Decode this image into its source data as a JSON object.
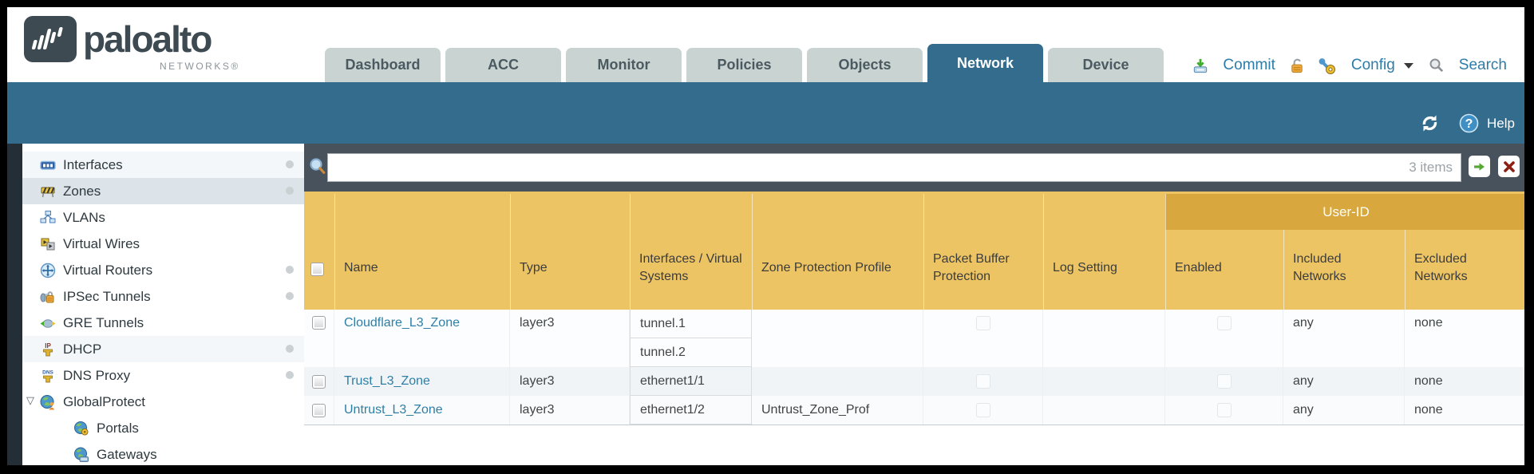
{
  "brand": {
    "logo_text": "paloalto",
    "sub_text": "NETWORKS",
    "registered": "®"
  },
  "tabs": [
    {
      "label": "Dashboard",
      "active": false
    },
    {
      "label": "ACC",
      "active": false
    },
    {
      "label": "Monitor",
      "active": false
    },
    {
      "label": "Policies",
      "active": false
    },
    {
      "label": "Objects",
      "active": false
    },
    {
      "label": "Network",
      "active": true
    },
    {
      "label": "Device",
      "active": false
    }
  ],
  "header_actions": {
    "commit": "Commit",
    "config": "Config",
    "search": "Search"
  },
  "band": {
    "help_label": "Help"
  },
  "sidebar": {
    "items": [
      {
        "label": "Interfaces",
        "icon": "interfaces-icon",
        "dot": true,
        "shaded": true
      },
      {
        "label": "Zones",
        "icon": "zones-icon",
        "dot": true,
        "selected": true
      },
      {
        "label": "VLANs",
        "icon": "vlans-icon"
      },
      {
        "label": "Virtual Wires",
        "icon": "virtual-wires-icon"
      },
      {
        "label": "Virtual Routers",
        "icon": "virtual-routers-icon",
        "dot": true
      },
      {
        "label": "IPSec Tunnels",
        "icon": "ipsec-tunnels-icon",
        "dot": true
      },
      {
        "label": "GRE Tunnels",
        "icon": "gre-tunnels-icon"
      },
      {
        "label": "DHCP",
        "icon": "dhcp-icon",
        "dot": true,
        "shaded": true
      },
      {
        "label": "DNS Proxy",
        "icon": "dns-proxy-icon",
        "dot": true
      },
      {
        "label": "GlobalProtect",
        "icon": "globalprotect-icon",
        "expandable": true
      },
      {
        "label": "Portals",
        "icon": "portals-icon",
        "child": true
      },
      {
        "label": "Gateways",
        "icon": "gateways-icon",
        "child": true
      }
    ]
  },
  "filter": {
    "value": "",
    "count_label": "3 items"
  },
  "table": {
    "group_header": "User-ID",
    "columns": [
      "Name",
      "Type",
      "Interfaces / Virtual Systems",
      "Zone Protection Profile",
      "Packet Buffer Protection",
      "Log Setting",
      "Enabled",
      "Included Networks",
      "Excluded Networks"
    ],
    "rows": [
      {
        "name": "Cloudflare_L3_Zone",
        "type": "layer3",
        "interfaces": [
          "tunnel.1",
          "tunnel.2"
        ],
        "zone_protection_profile": "",
        "packet_buffer_protection": false,
        "log_setting": "",
        "user_id_enabled": false,
        "included_networks": "any",
        "excluded_networks": "none"
      },
      {
        "name": "Trust_L3_Zone",
        "type": "layer3",
        "interfaces": [
          "ethernet1/1"
        ],
        "zone_protection_profile": "",
        "packet_buffer_protection": false,
        "log_setting": "",
        "user_id_enabled": false,
        "included_networks": "any",
        "excluded_networks": "none"
      },
      {
        "name": "Untrust_L3_Zone",
        "type": "layer3",
        "interfaces": [
          "ethernet1/2"
        ],
        "zone_protection_profile": "Untrust_Zone_Prof",
        "packet_buffer_protection": false,
        "log_setting": "",
        "user_id_enabled": false,
        "included_networks": "any",
        "excluded_networks": "none"
      }
    ]
  },
  "colors": {
    "band_teal": "#336C8C",
    "strip_dark": "#47525C",
    "header_orange": "#ECC464",
    "group_orange": "#D8A73E",
    "link_blue": "#2E7FA6",
    "action_blue": "#2E7CA8",
    "tab_inactive": "#C9D3D2",
    "selected_row": "#DCE4EA"
  }
}
